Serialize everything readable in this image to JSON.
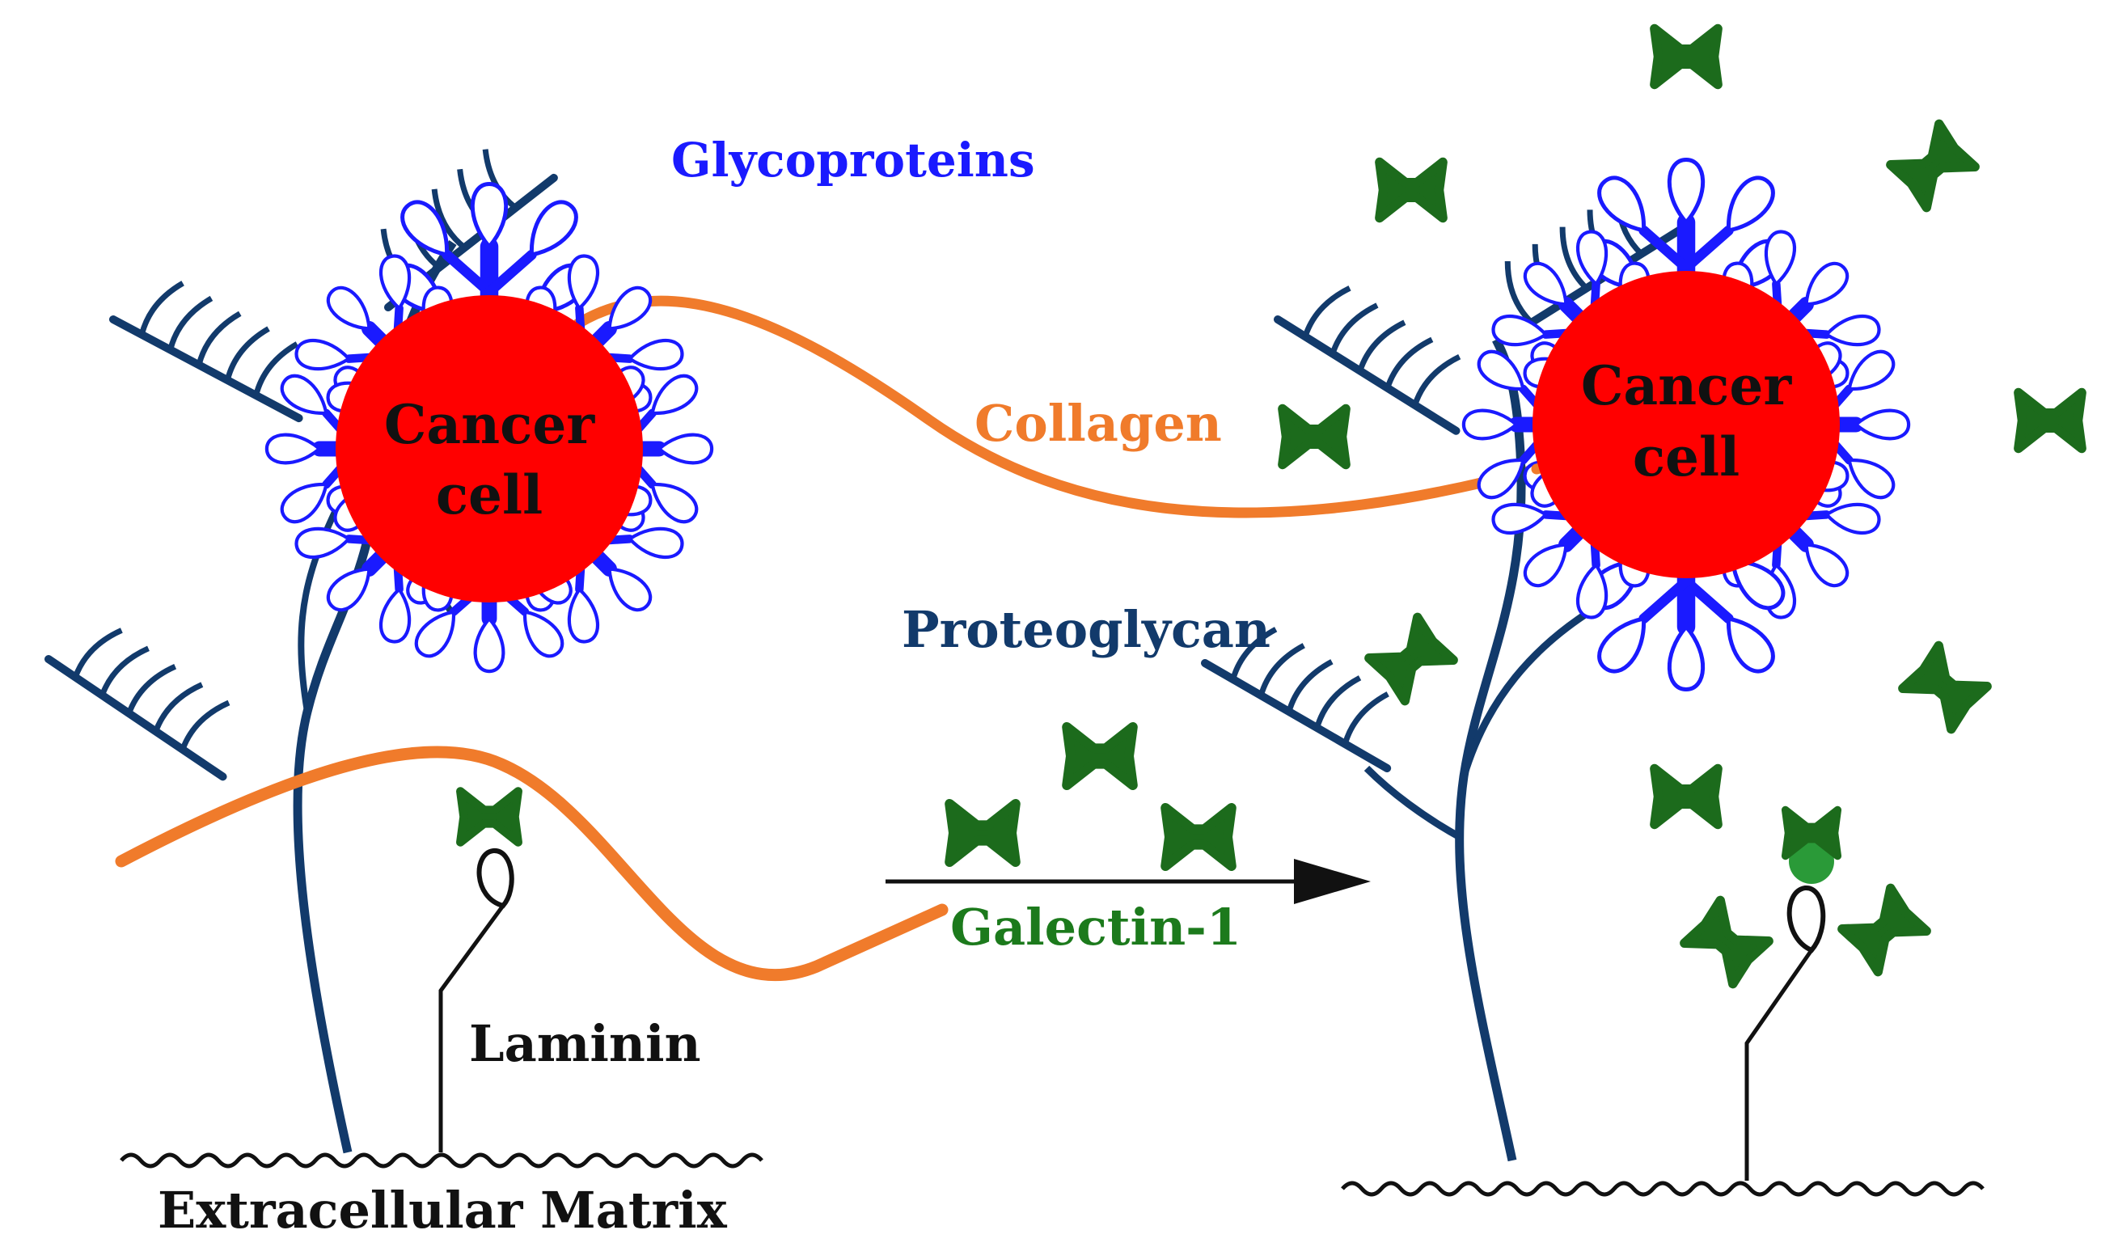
{
  "labels": {
    "glycoproteins": "Glycoproteins",
    "collagen": "Collagen",
    "proteoglycan": "Proteoglycan",
    "galectin": "Galectin-1",
    "laminin": "Laminin",
    "ecm": "Extracellular Matrix",
    "cell_line1": "Cancer",
    "cell_line2": "cell"
  },
  "colors": {
    "cancer_cell": "#ff0000",
    "glycoprotein": "#1a1aff",
    "collagen": "#f07b2b",
    "proteoglycan": "#123a6b",
    "galectin": "#1c6b1c",
    "laminin": "#111111"
  },
  "icons": {
    "galectin": "galectin-1-dimer",
    "glycoprotein": "branched-glycoprotein",
    "proteoglycan": "comb-proteoglycan",
    "laminin": "loop-laminin"
  }
}
